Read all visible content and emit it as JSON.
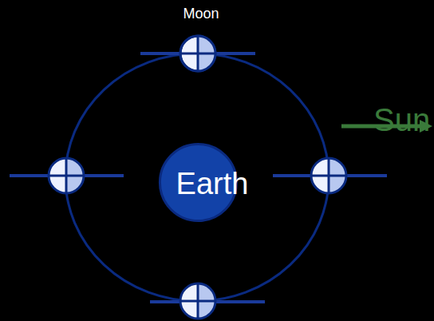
{
  "diagram": {
    "nodes": [
      {
        "text": [
          "Earth"
        ]
      }
    ],
    "labels": [
      "Moon",
      "Sun"
    ]
  }
}
